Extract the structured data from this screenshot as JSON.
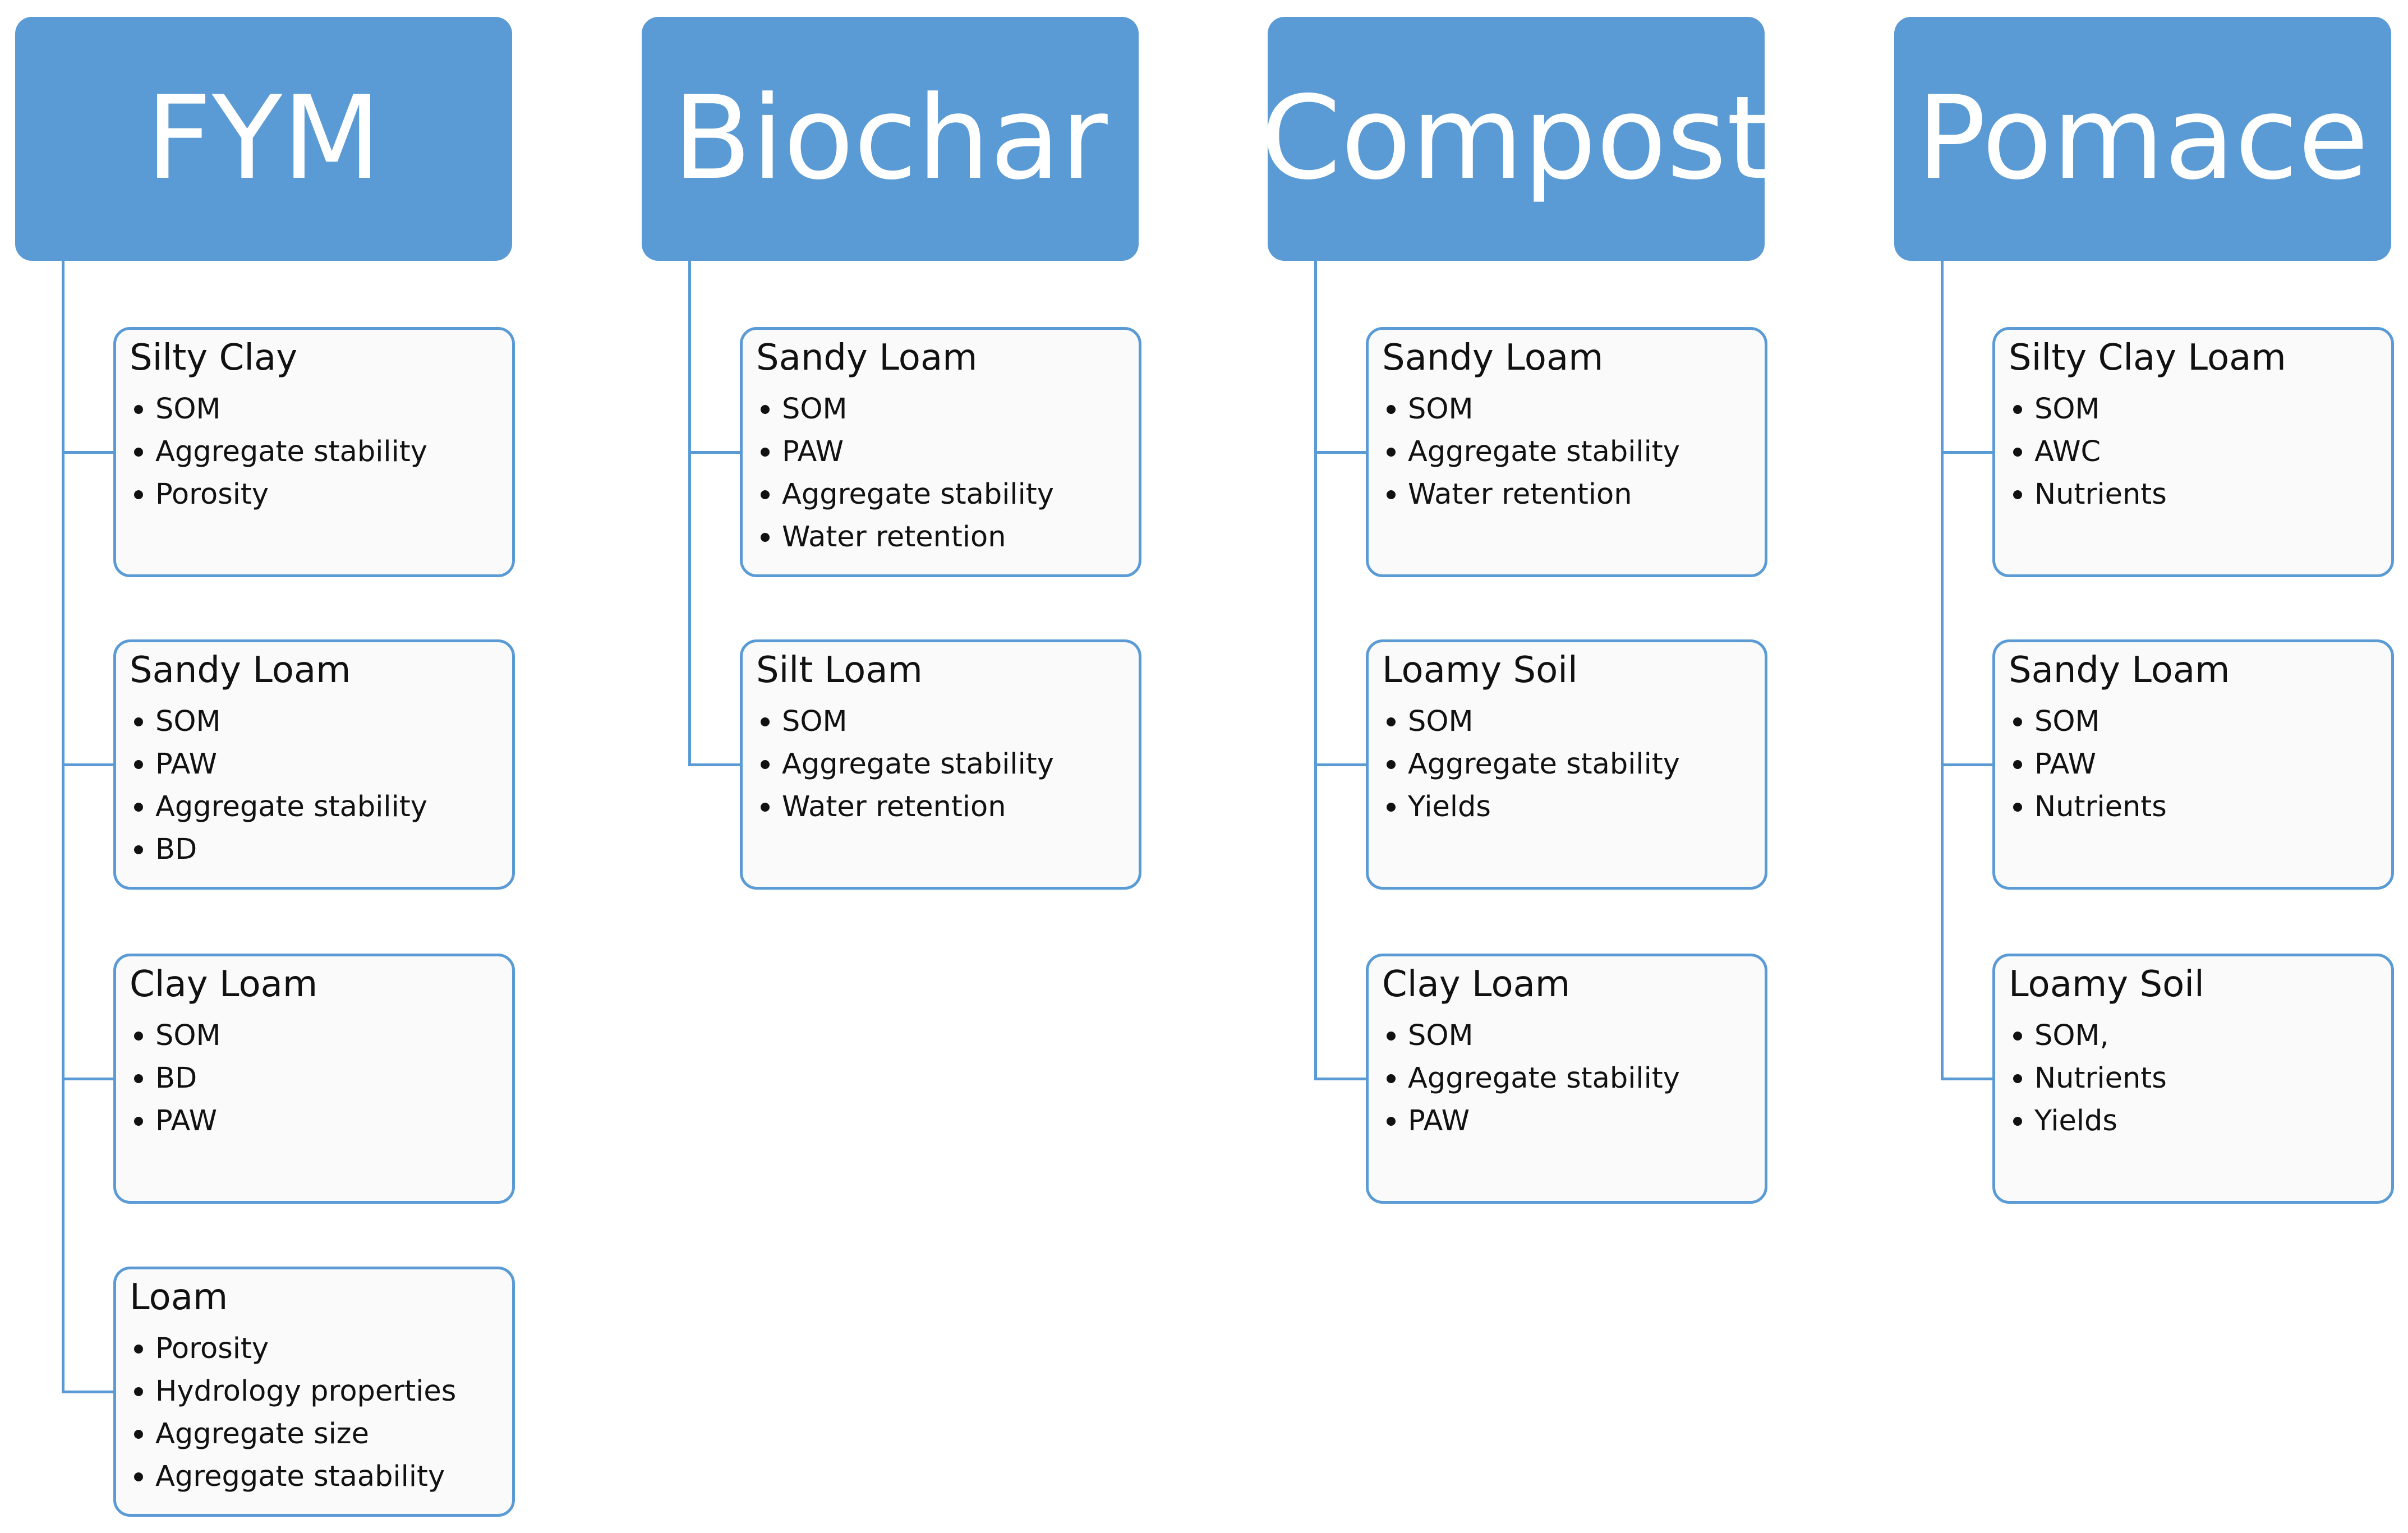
{
  "amendments": [
    {
      "name": "FYM",
      "soils": [
        {
          "title": "Silty Clay",
          "properties": [
            "SOM",
            "Aggregate stability",
            "Porosity"
          ]
        },
        {
          "title": "Sandy Loam",
          "properties": [
            "SOM",
            "PAW",
            "Aggregate stability",
            "BD"
          ]
        },
        {
          "title": "Clay Loam",
          "properties": [
            "SOM",
            "BD",
            "PAW"
          ]
        },
        {
          "title": "Loam",
          "properties": [
            "Porosity",
            "Hydrology properties",
            "Aggregate size",
            "Agreggate staability"
          ]
        }
      ]
    },
    {
      "name": "Biochar",
      "soils": [
        {
          "title": "Sandy Loam",
          "properties": [
            "SOM",
            "PAW",
            "Aggregate stability",
            "Water retention"
          ]
        },
        {
          "title": "Silt Loam",
          "properties": [
            "SOM",
            "Aggregate stability",
            "Water retention"
          ]
        }
      ]
    },
    {
      "name": "Compost",
      "soils": [
        {
          "title": "Sandy Loam",
          "properties": [
            "SOM",
            "Aggregate stability",
            "Water retention"
          ]
        },
        {
          "title": "Loamy Soil",
          "properties": [
            "SOM",
            "Aggregate stability",
            "Yields"
          ]
        },
        {
          "title": "Clay Loam",
          "properties": [
            "SOM",
            "Aggregate stability",
            "PAW"
          ]
        }
      ]
    },
    {
      "name": "Pomace",
      "soils": [
        {
          "title": "Silty Clay Loam",
          "properties": [
            "SOM",
            "AWC",
            "Nutrients"
          ]
        },
        {
          "title": "Sandy Loam",
          "properties": [
            "SOM",
            "PAW",
            "Nutrients"
          ]
        },
        {
          "title": "Loamy Soil",
          "properties": [
            "SOM,",
            "Nutrients",
            "Yields"
          ]
        }
      ]
    }
  ],
  "colors": {
    "header_fill": "#5b9bd5",
    "header_text": "#ffffff",
    "card_border": "#5b9bd5",
    "card_fill": "#fafafa",
    "connector": "#5b9bd5",
    "card_text": "#111111"
  }
}
